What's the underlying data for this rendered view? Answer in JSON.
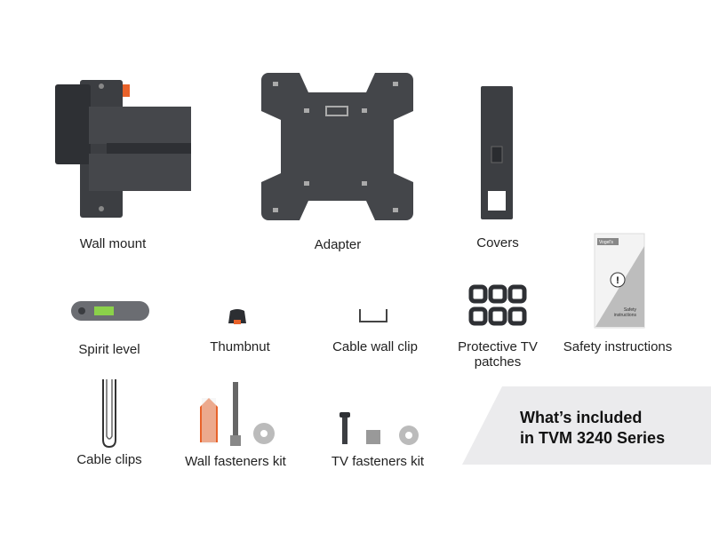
{
  "items": {
    "wall_mount": "Wall mount",
    "adapter": "Adapter",
    "covers": "Covers",
    "spirit_level": "Spirit level",
    "thumbnut": "Thumbnut",
    "cable_wall_clip": "Cable wall clip",
    "protective_patches_line1": "Protective TV",
    "protective_patches_line2": "patches",
    "safety_instructions": "Safety instructions",
    "cable_clips": "Cable clips",
    "wall_fasteners": "Wall fasteners kit",
    "tv_fasteners": "TV fasteners kit"
  },
  "booklet": {
    "logo": "Vogel's",
    "title_line1": "Safety",
    "title_line2": "instructions"
  },
  "banner": {
    "line1": "What’s included",
    "line2": "in TVM 3240 Series"
  },
  "colors": {
    "product": "#3c3e42",
    "panel": "#ebebed",
    "accent_orange": "#e8622a",
    "level_green": "#8bd14a"
  }
}
